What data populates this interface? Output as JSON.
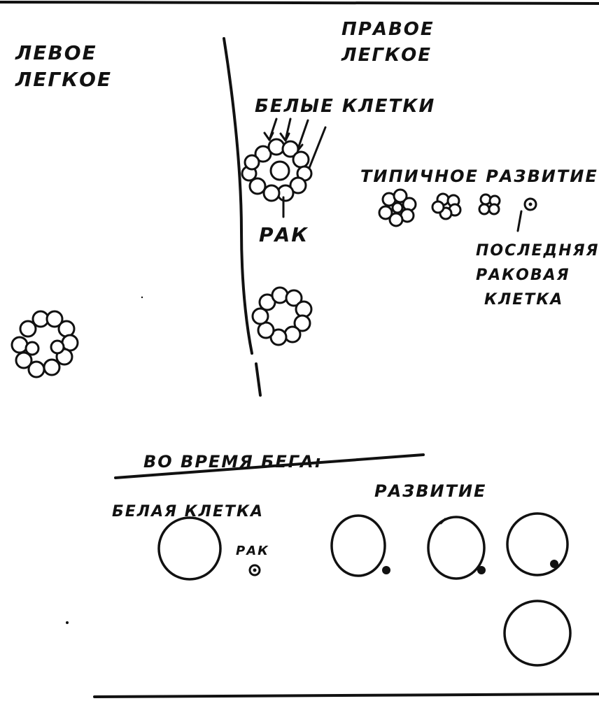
{
  "labels": {
    "left_lung": [
      "ЛЕВОЕ",
      "ЛЕГКОЕ"
    ],
    "right_lung": [
      "ПРАВОЕ",
      "ЛЕГКОЕ"
    ],
    "white_cells": "БЕЛЫЕ КЛЕТКИ",
    "cancer": "РАК",
    "typical_development": "ТИПИЧНОЕ РАЗВИТИЕ",
    "last_cancer_cell": [
      "ПОСЛЕДНЯЯ",
      "РАКОВАЯ",
      "КЛЕТКА"
    ],
    "during_running": "ВО ВРЕМЯ  БЕГА:",
    "white_cell": "БЕЛАЯ КЛЕТКА",
    "cancer_small": "РАК",
    "development": "РАЗВИТИЕ"
  },
  "colors": {
    "ink": "#111111",
    "paper": "#ffffff"
  }
}
